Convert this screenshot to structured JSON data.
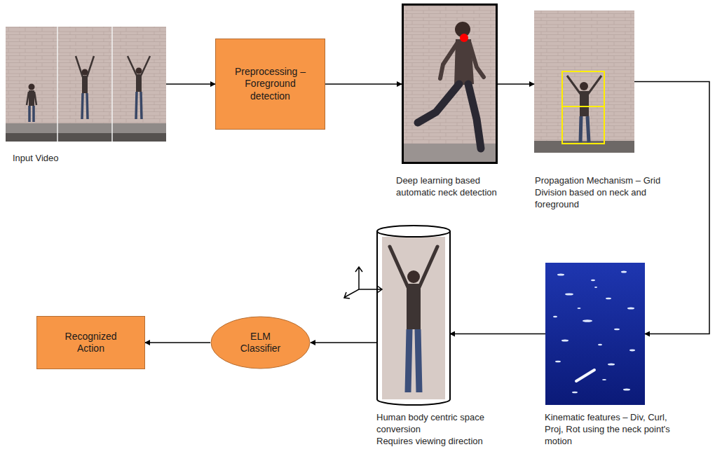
{
  "diagram": {
    "nodes": [
      {
        "text": [
          "Input Video"
        ]
      },
      {
        "text": [
          "Preprocessing – Foreground detection"
        ]
      },
      {
        "text": [
          "Deep learning based automatic neck detection"
        ]
      },
      {
        "text": [
          "Propagation Mechanism – Grid Division based on neck and foreground"
        ]
      },
      {
        "text": [
          "Kinematic features – Div, Curl, Proj, Rot using the neck point's motion"
        ]
      },
      {
        "text": [
          "Human body centric space conversion",
          "Requires viewing direction"
        ]
      },
      {
        "text": [
          "ELM Classifier"
        ]
      },
      {
        "text": [
          "Recognized Action"
        ]
      }
    ],
    "edges": [
      {
        "from": 0,
        "to": 1,
        "arrow": "to"
      },
      {
        "from": 1,
        "to": 2,
        "arrow": "to"
      },
      {
        "from": 2,
        "to": 3,
        "arrow": "to"
      },
      {
        "from": 3,
        "to": 4,
        "arrow": "to"
      },
      {
        "from": 4,
        "to": 5,
        "arrow": "to"
      },
      {
        "from": 5,
        "to": 6,
        "arrow": "to"
      },
      {
        "from": 6,
        "to": 7,
        "arrow": "to"
      }
    ]
  }
}
